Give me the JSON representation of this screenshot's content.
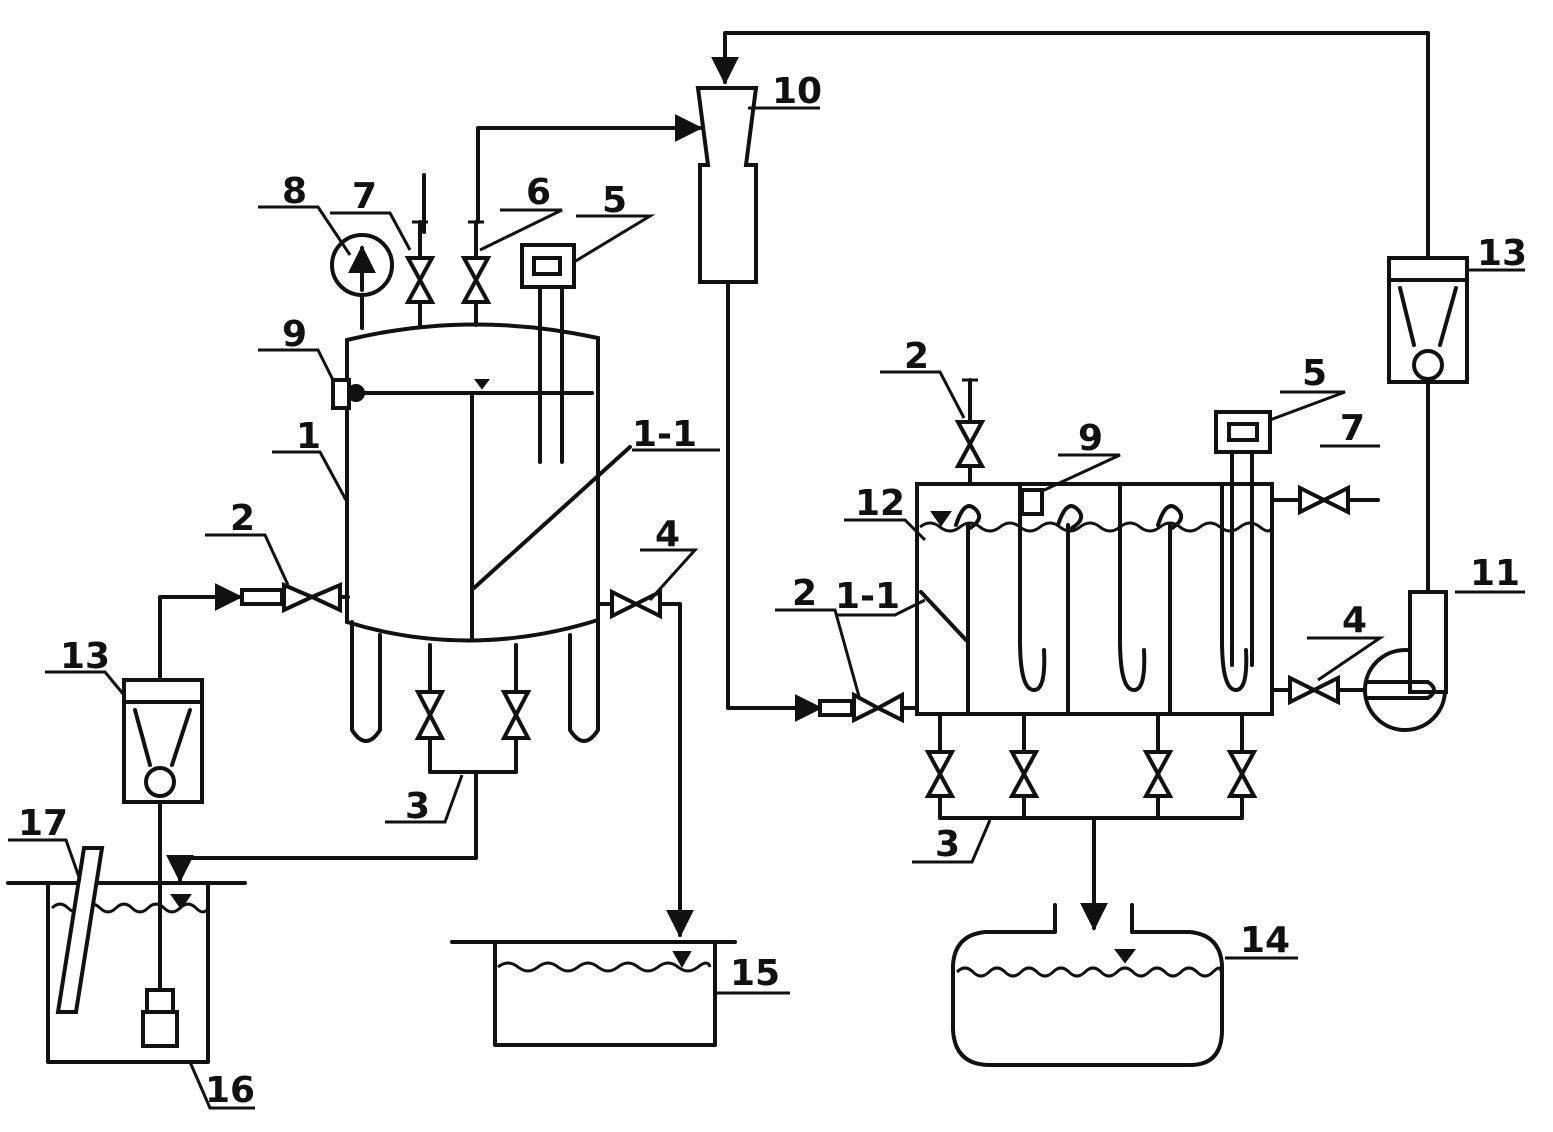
{
  "labels": {
    "l1": "1",
    "l1_1a": "1-1",
    "l1_1b": "1-1",
    "l2a": "2",
    "l2b": "2",
    "l2c": "2",
    "l3a": "3",
    "l3b": "3",
    "l4a": "4",
    "l4b": "4",
    "l5a": "5",
    "l5b": "5",
    "l6": "6",
    "l7a": "7",
    "l7b": "7",
    "l8": "8",
    "l9a": "9",
    "l9b": "9",
    "l10": "10",
    "l11": "11",
    "l12": "12",
    "l13a": "13",
    "l13b": "13",
    "l14": "14",
    "l15": "15",
    "l16": "16",
    "l17": "17"
  }
}
